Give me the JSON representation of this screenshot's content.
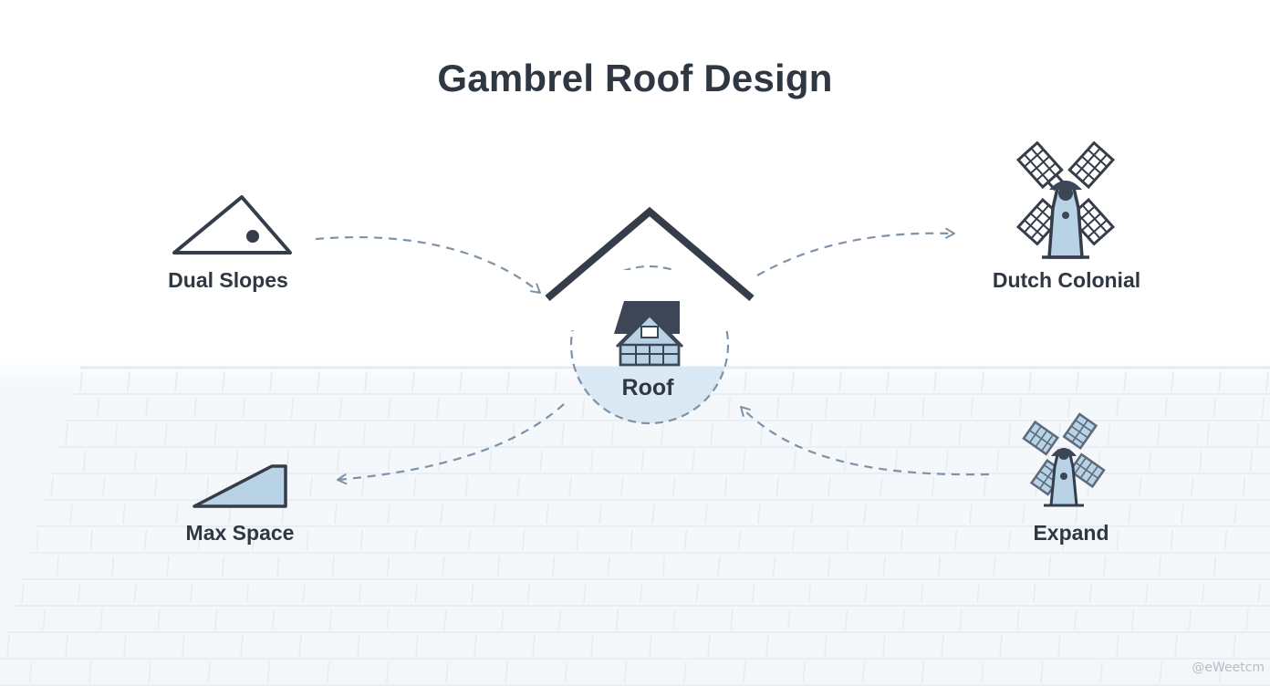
{
  "title": "Gambrel Roof Design",
  "center": {
    "label": "Roof",
    "icon": "house-icon"
  },
  "nodes": [
    {
      "id": "dual-slopes",
      "label": "Dual Slopes",
      "icon": "triangle-slope-icon"
    },
    {
      "id": "dutch-colonial",
      "label": "Dutch Colonial",
      "icon": "windmill-icon"
    },
    {
      "id": "max-space",
      "label": "Max Space",
      "icon": "wedge-icon"
    },
    {
      "id": "expand",
      "label": "Expand",
      "icon": "windmill-small-icon"
    }
  ],
  "watermark": "@eWeetcm",
  "colors": {
    "text": "#2f3743",
    "icon_dark": "#3c4656",
    "icon_fill": "#b9d3e6",
    "arrow": "#7d93a8",
    "tile_line": "#e4ebf1"
  }
}
